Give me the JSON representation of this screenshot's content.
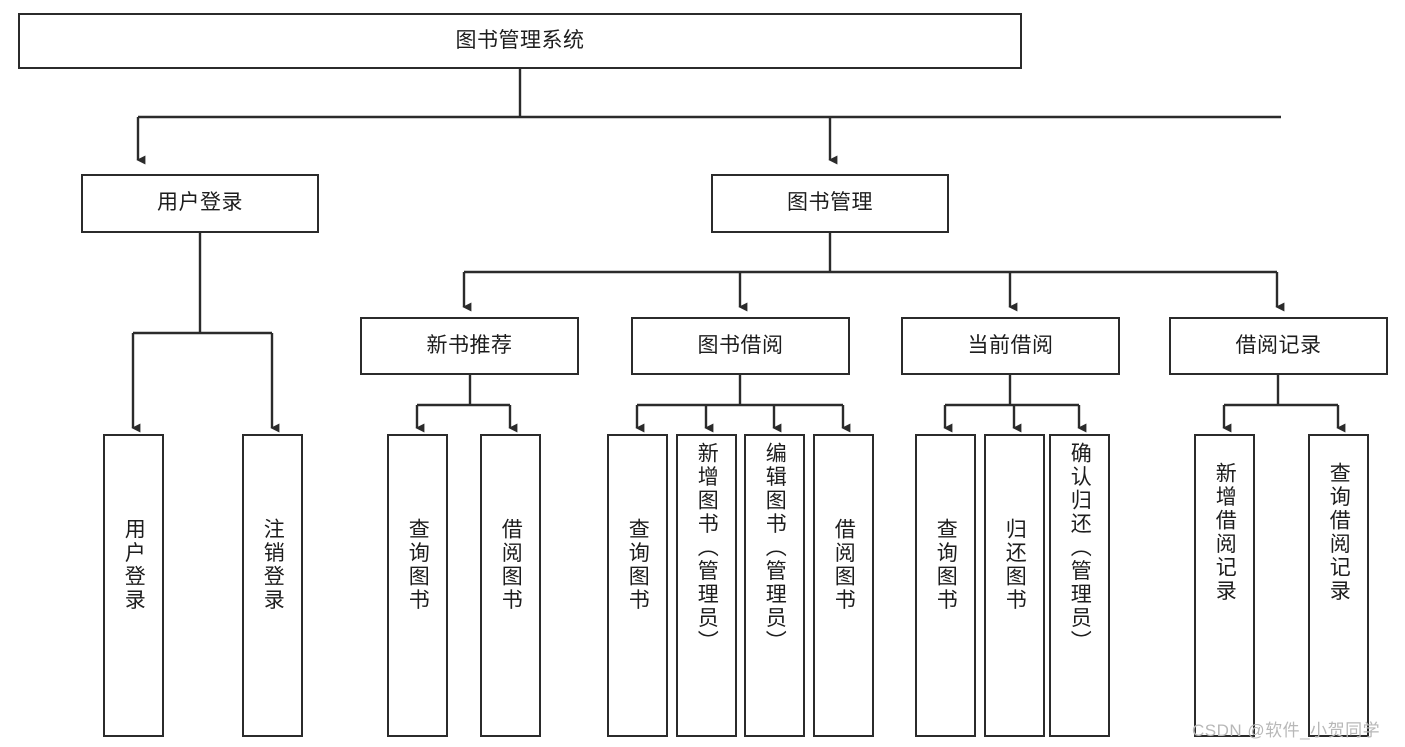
{
  "diagram": {
    "title": "图书管理系统",
    "type": "tree-hierarchy",
    "colors": {
      "stroke": "#2b2b2b",
      "fill": "#ffffff",
      "text": "#1d1d1d",
      "watermark": "#b8b8b8"
    }
  },
  "root": {
    "label": "图书管理系统"
  },
  "level2": [
    {
      "label": "用户登录"
    },
    {
      "label": "图书管理"
    }
  ],
  "level3": [
    {
      "label": "新书推荐"
    },
    {
      "label": "图书借阅"
    },
    {
      "label": "当前借阅"
    },
    {
      "label": "借阅记录"
    }
  ],
  "leaves": {
    "user_login": [
      {
        "label": "用户登录"
      },
      {
        "label": "注销登录"
      }
    ],
    "new_book_recommend": [
      {
        "label": "查询图书"
      },
      {
        "label": "借阅图书"
      }
    ],
    "book_borrow": [
      {
        "label": "查询图书"
      },
      {
        "label": "新增图书（管理员）"
      },
      {
        "label": "编辑图书（管理员）"
      },
      {
        "label": "借阅图书"
      }
    ],
    "current_borrow": [
      {
        "label": "查询图书"
      },
      {
        "label": "归还图书"
      },
      {
        "label": "确认归还（管理员）"
      }
    ],
    "borrow_record": [
      {
        "label": "新增借阅记录"
      },
      {
        "label": "查询借阅记录"
      }
    ]
  },
  "watermark": {
    "text": "CSDN @软件_小贺同学"
  }
}
